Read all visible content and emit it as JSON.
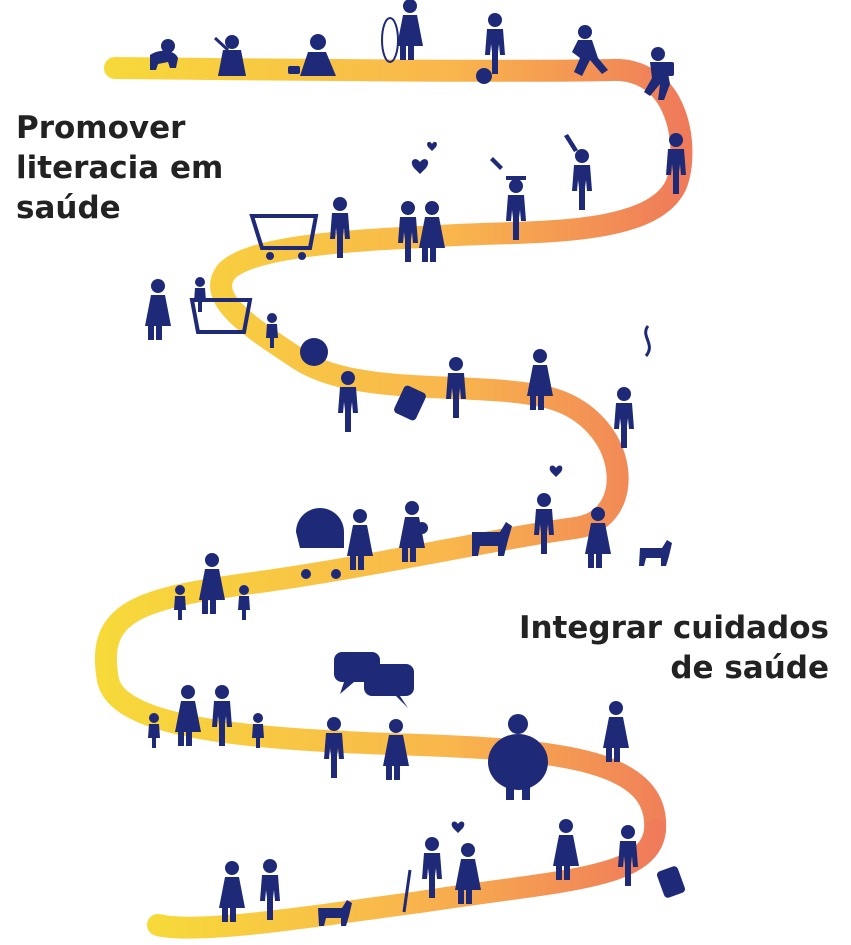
{
  "labels": {
    "left": {
      "line1": "Promover",
      "line2": "literacia em",
      "line3": "saúde"
    },
    "right": {
      "line1": "Integrar cuidados",
      "line2": "de saúde"
    }
  },
  "colors": {
    "path_start": "#f7d93a",
    "path_mid": "#f9b64c",
    "path_end": "#ef7b5a",
    "figure": "#1e2a78",
    "text": "#222222"
  },
  "icons": [
    "crawling-baby-icon",
    "toddler-icon",
    "child-with-toy-icon",
    "girl-with-hoop-icon",
    "boy-with-ball-icon",
    "running-child-icon",
    "child-with-backpack-icon",
    "teen-with-backpack-icon",
    "teen-waving-icon",
    "graduate-icon",
    "kissing-couple-icon",
    "heart-icon",
    "man-with-shopping-cart-icon",
    "family-with-cart-icon",
    "person-with-ball-icon",
    "traveler-with-suitcase-icon",
    "woman-icon",
    "smoking-man-icon",
    "woman-with-pram-icon",
    "pregnant-woman-icon",
    "dog-icon",
    "couple-in-love-icon",
    "woman-walking-dog-icon",
    "mother-with-children-icon",
    "family-icon",
    "speech-bubble-icon",
    "talking-couple-icon",
    "obese-person-icon",
    "older-woman-icon",
    "elderly-couple-with-dog-icon",
    "elderly-couple-with-cane-icon",
    "elderly-woman-icon",
    "elderly-traveler-icon"
  ]
}
